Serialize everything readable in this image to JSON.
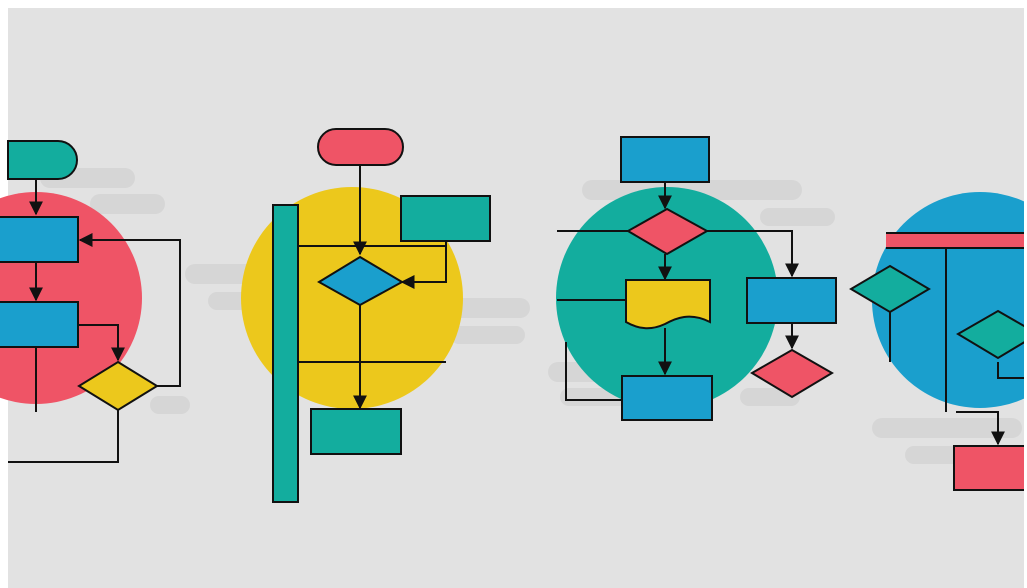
{
  "colors": {
    "background": "#e2e2e2",
    "cloud": "#d6d6d6",
    "red": "#ef5466",
    "yellow": "#ecc81c",
    "teal": "#13ad9e",
    "blue": "#1a9fcd",
    "line": "#111111"
  },
  "illustration": {
    "panels": [
      {
        "name": "flowchart-red-circle",
        "circle_color": "red"
      },
      {
        "name": "flowchart-yellow-circle",
        "circle_color": "yellow"
      },
      {
        "name": "flowchart-teal-circle",
        "circle_color": "teal"
      },
      {
        "name": "flowchart-blue-circle",
        "circle_color": "blue"
      }
    ],
    "shape_types": [
      "terminator",
      "process",
      "decision",
      "document"
    ]
  }
}
